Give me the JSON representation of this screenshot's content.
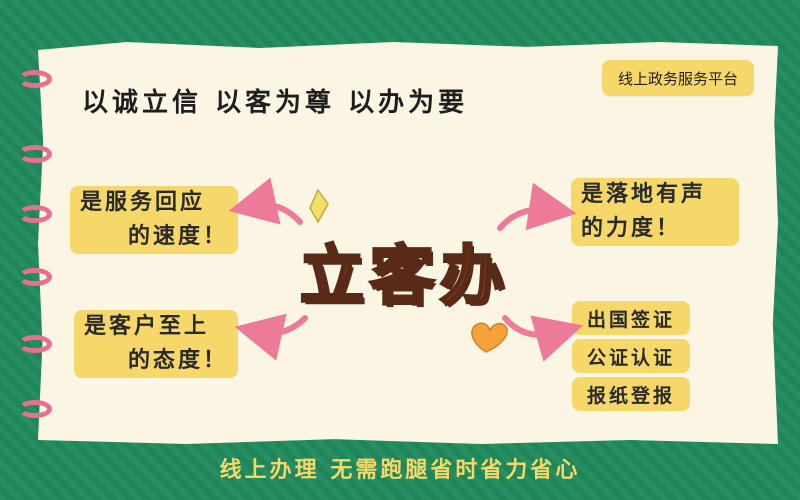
{
  "headline": "以诚立信  以客为尊  以办为要",
  "platform_tag": "线上政务服务平台",
  "center_title": "立客办",
  "bubbles": {
    "top_left": [
      "是服务回应",
      "的速度！"
    ],
    "bottom_left": [
      "是客户至上",
      "的态度！"
    ],
    "top_right": [
      "是落地有声",
      "的力度！"
    ]
  },
  "services": [
    "出国签证",
    "公证认证",
    "报纸登报"
  ],
  "footer": "线上办理 无需跑腿省时省力省心",
  "colors": {
    "background": "#1f8a5b",
    "paper": "#fbf5e3",
    "highlight": "#f5d76a",
    "title": "#e05a2a",
    "arrow": "#ec7a98"
  },
  "icons": [
    "spiral-ring-icon",
    "arrow-icon",
    "heart-icon",
    "sparkle-icon"
  ]
}
